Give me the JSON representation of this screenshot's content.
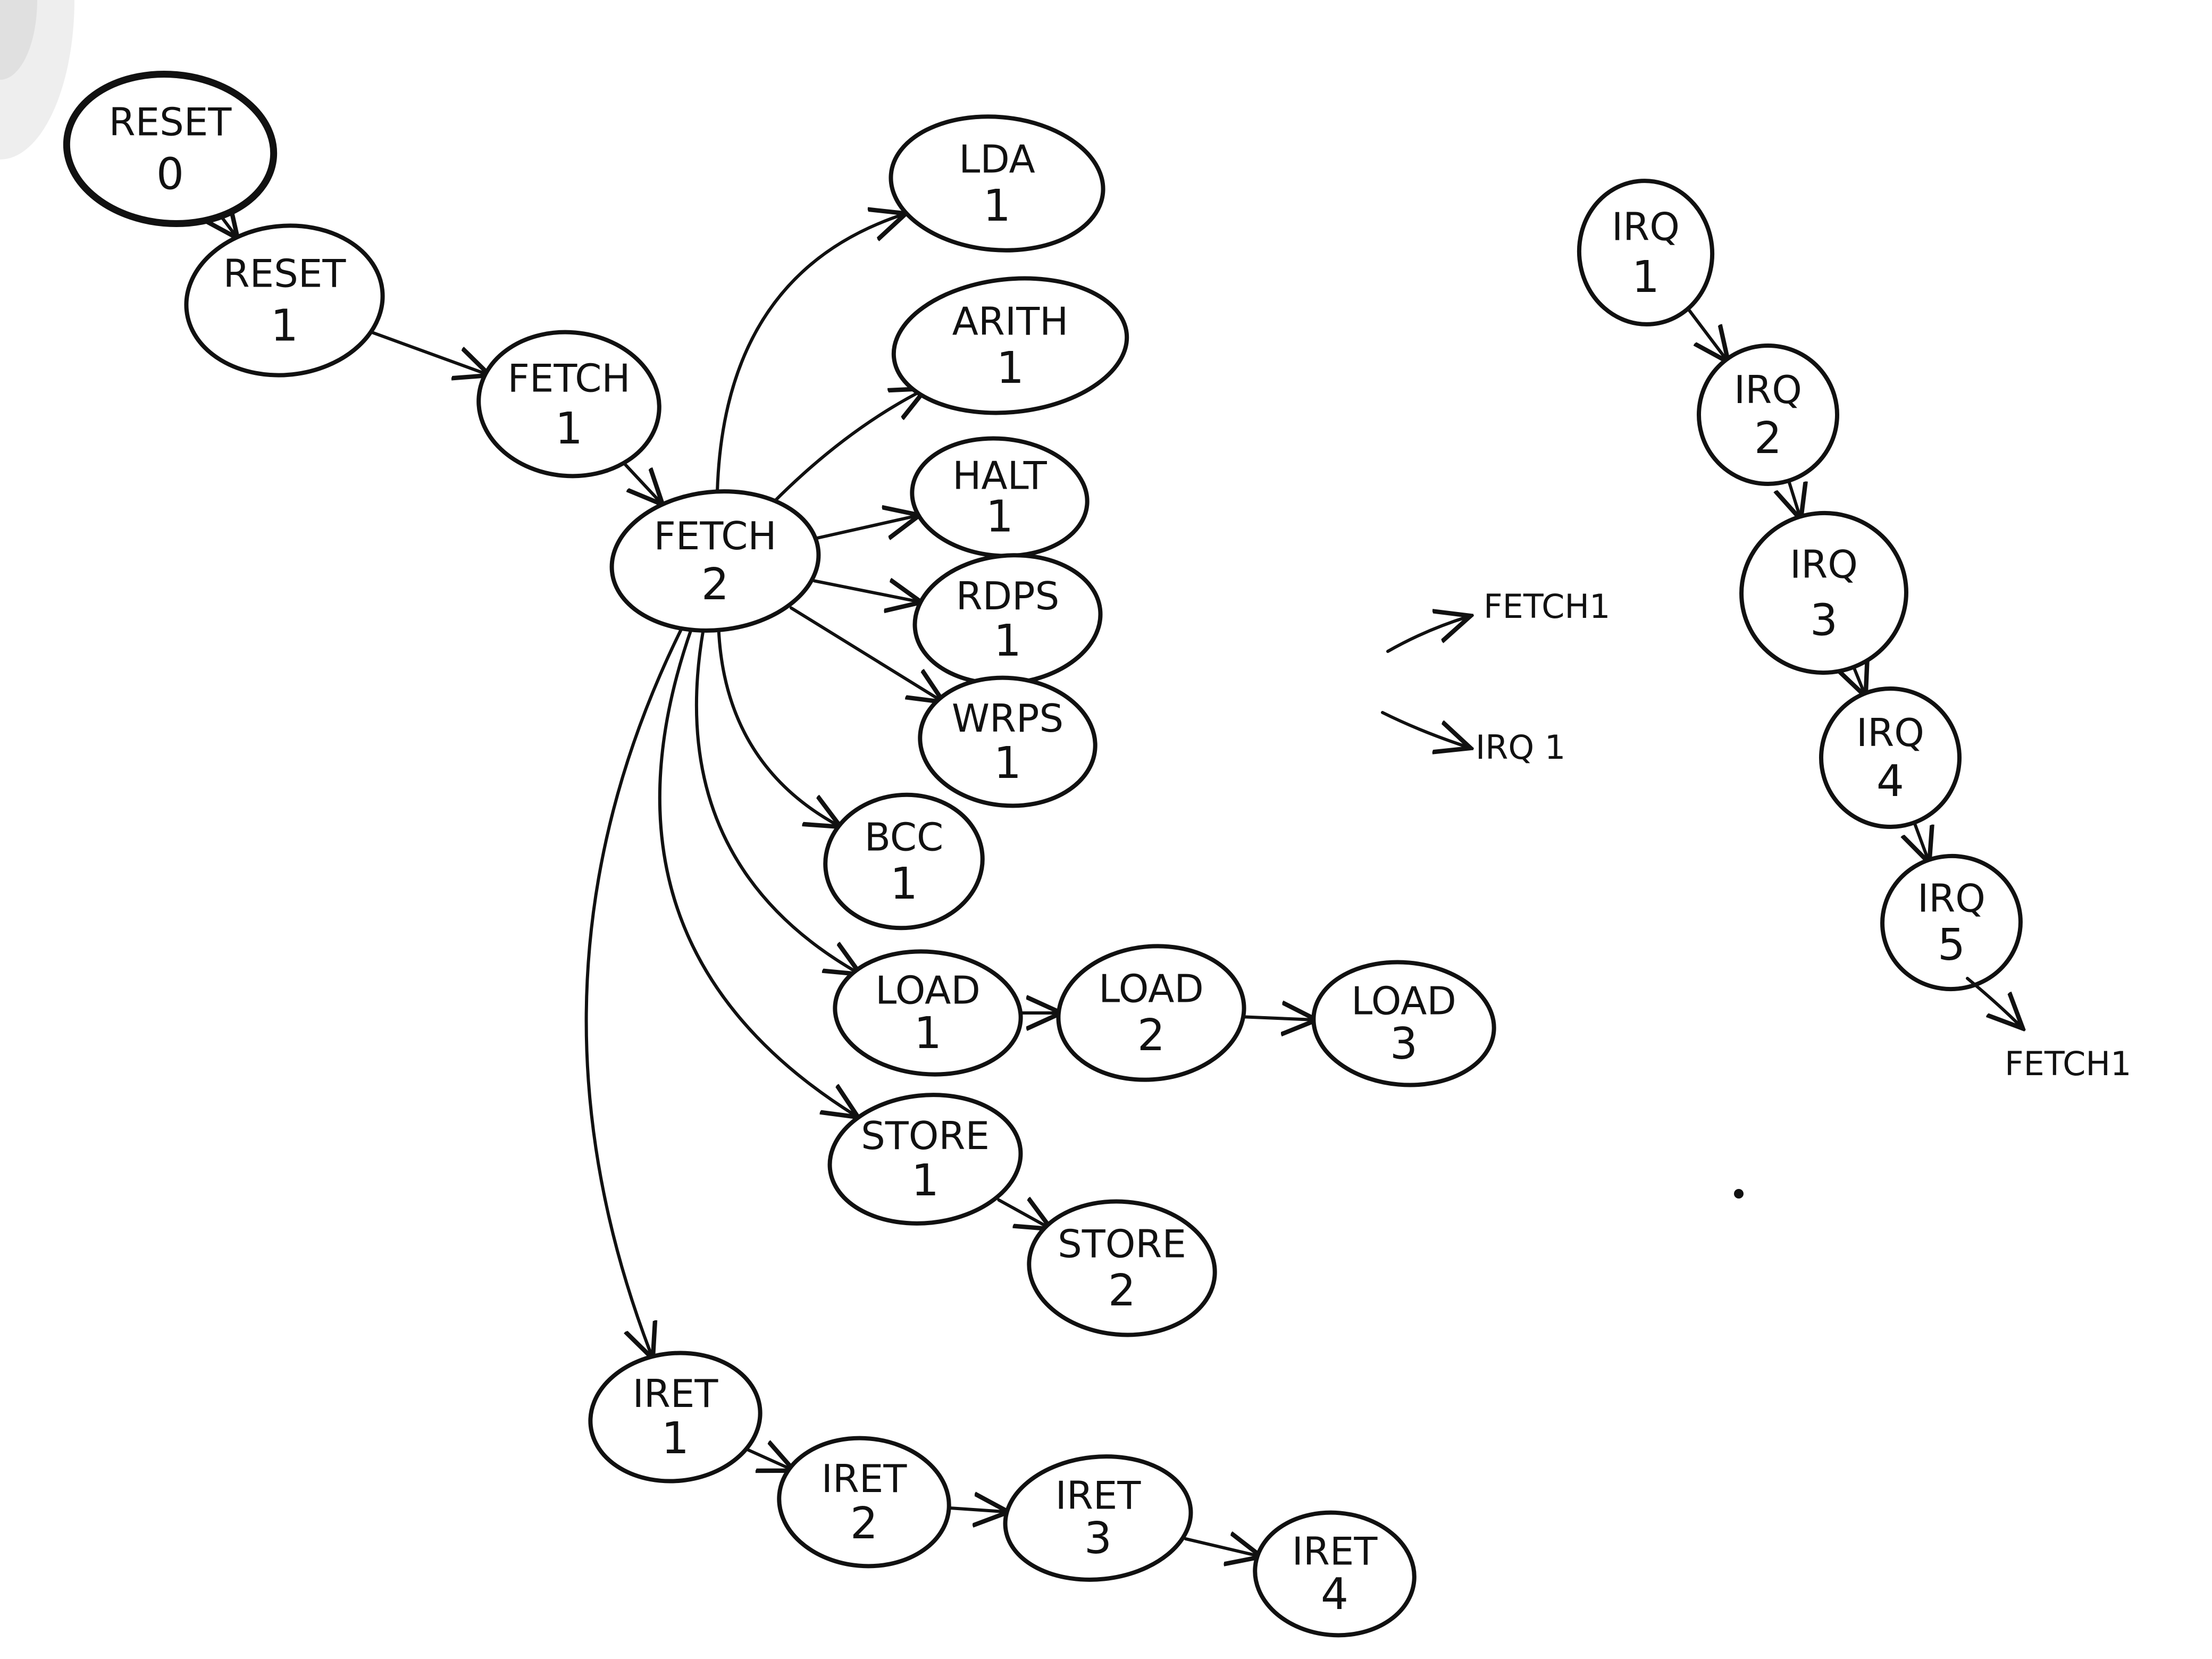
{
  "nodes": [
    {
      "id": "reset-0",
      "name": "RESET",
      "num": "0",
      "bold": true
    },
    {
      "id": "reset-1",
      "name": "RESET",
      "num": "1"
    },
    {
      "id": "fetch-1",
      "name": "FETCH",
      "num": "1"
    },
    {
      "id": "fetch-2",
      "name": "FETCH",
      "num": "2"
    },
    {
      "id": "lda-1",
      "name": "LDA",
      "num": "1"
    },
    {
      "id": "arith-1",
      "name": "ARITH",
      "num": "1"
    },
    {
      "id": "halt-1",
      "name": "HALT",
      "num": "1"
    },
    {
      "id": "rdps-1",
      "name": "RDPS",
      "num": "1"
    },
    {
      "id": "wrps-1",
      "name": "WRPS",
      "num": "1"
    },
    {
      "id": "bcc-1",
      "name": "BCC",
      "num": "1"
    },
    {
      "id": "load-1",
      "name": "LOAD",
      "num": "1"
    },
    {
      "id": "load-2",
      "name": "LOAD",
      "num": "2"
    },
    {
      "id": "load-3",
      "name": "LOAD",
      "num": "3"
    },
    {
      "id": "store-1",
      "name": "STORE",
      "num": "1"
    },
    {
      "id": "store-2",
      "name": "STORE",
      "num": "2"
    },
    {
      "id": "iret-1",
      "name": "IRET",
      "num": "1"
    },
    {
      "id": "iret-2",
      "name": "IRET",
      "num": "2"
    },
    {
      "id": "iret-3",
      "name": "IRET",
      "num": "3"
    },
    {
      "id": "iret-4",
      "name": "IRET",
      "num": "4"
    },
    {
      "id": "irq-1",
      "name": "IRQ",
      "num": "1"
    },
    {
      "id": "irq-2",
      "name": "IRQ",
      "num": "2"
    },
    {
      "id": "irq-3",
      "name": "IRQ",
      "num": "3"
    },
    {
      "id": "irq-4",
      "name": "IRQ",
      "num": "4"
    },
    {
      "id": "irq-5",
      "name": "IRQ",
      "num": "5"
    }
  ],
  "edges": [
    {
      "from": "reset-0",
      "to": "reset-1"
    },
    {
      "from": "reset-1",
      "to": "fetch-1"
    },
    {
      "from": "fetch-1",
      "to": "fetch-2"
    },
    {
      "from": "fetch-2",
      "to": "lda-1"
    },
    {
      "from": "fetch-2",
      "to": "arith-1"
    },
    {
      "from": "fetch-2",
      "to": "halt-1"
    },
    {
      "from": "fetch-2",
      "to": "rdps-1"
    },
    {
      "from": "fetch-2",
      "to": "wrps-1"
    },
    {
      "from": "fetch-2",
      "to": "bcc-1"
    },
    {
      "from": "fetch-2",
      "to": "load-1"
    },
    {
      "from": "fetch-2",
      "to": "store-1"
    },
    {
      "from": "fetch-2",
      "to": "iret-1"
    },
    {
      "from": "load-1",
      "to": "load-2"
    },
    {
      "from": "load-2",
      "to": "load-3"
    },
    {
      "from": "store-1",
      "to": "store-2"
    },
    {
      "from": "iret-1",
      "to": "iret-2"
    },
    {
      "from": "iret-2",
      "to": "iret-3"
    },
    {
      "from": "iret-3",
      "to": "iret-4"
    },
    {
      "from": "irq-1",
      "to": "irq-2"
    },
    {
      "from": "irq-2",
      "to": "irq-3"
    },
    {
      "from": "irq-3",
      "to": "irq-4"
    },
    {
      "from": "irq-4",
      "to": "irq-5"
    }
  ],
  "free_labels": {
    "legend_fetch": "FETCH1",
    "legend_irq": "IRQ 1",
    "irq_exit": "FETCH1"
  }
}
